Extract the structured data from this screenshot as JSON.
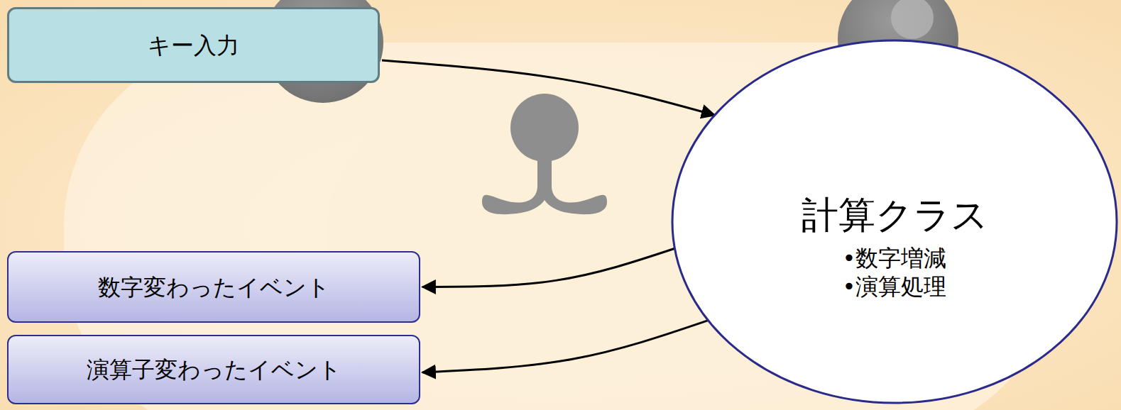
{
  "diagram": {
    "nodes": [
      {
        "text": [
          "キー入力"
        ]
      },
      {
        "text": [
          "計算クラス",
          "•数字増減",
          "•演算処理"
        ]
      },
      {
        "text": [
          "数字変わったイベント"
        ]
      },
      {
        "text": [
          "演算子変わったイベント"
        ]
      }
    ],
    "edges": [
      {
        "from": 0,
        "to": 1,
        "arrow": "to"
      },
      {
        "from": 1,
        "to": 2,
        "arrow": "to"
      },
      {
        "from": 1,
        "to": 3,
        "arrow": "to"
      }
    ]
  }
}
